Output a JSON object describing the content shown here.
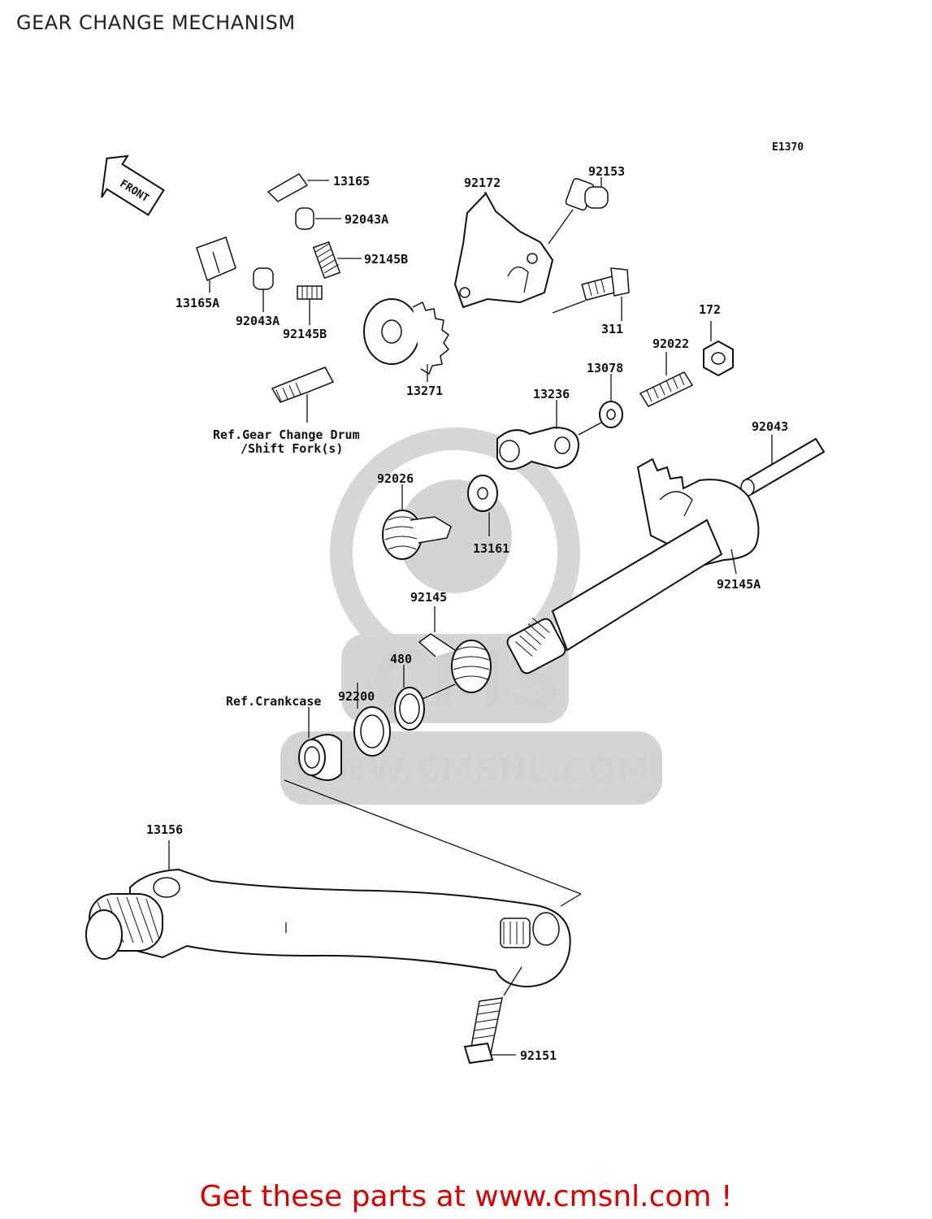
{
  "title": "GEAR CHANGE MECHANISM",
  "diagram_code": "E1370",
  "front_marker": "FRONT",
  "watermark": {
    "logo_text": "CMS",
    "url_text": "WWW.CMSNL.COM"
  },
  "parts": [
    {
      "id": "p13165",
      "label": "13165"
    },
    {
      "id": "p92043A_top",
      "label": "92043A"
    },
    {
      "id": "p92145B_top",
      "label": "92145B"
    },
    {
      "id": "p13165A",
      "label": "13165A"
    },
    {
      "id": "p92043A",
      "label": "92043A"
    },
    {
      "id": "p92145B",
      "label": "92145B"
    },
    {
      "id": "p13271",
      "label": "13271"
    },
    {
      "id": "p92172",
      "label": "92172"
    },
    {
      "id": "p92153",
      "label": "92153"
    },
    {
      "id": "p311",
      "label": "311"
    },
    {
      "id": "p172",
      "label": "172"
    },
    {
      "id": "p92022",
      "label": "92022"
    },
    {
      "id": "p13078",
      "label": "13078"
    },
    {
      "id": "p13236",
      "label": "13236"
    },
    {
      "id": "p92043",
      "label": "92043"
    },
    {
      "id": "p92145A",
      "label": "92145A"
    },
    {
      "id": "p92026",
      "label": "92026"
    },
    {
      "id": "p13161",
      "label": "13161"
    },
    {
      "id": "p92145",
      "label": "92145"
    },
    {
      "id": "p480",
      "label": "480"
    },
    {
      "id": "p92200",
      "label": "92200"
    },
    {
      "id": "p13156",
      "label": "13156"
    },
    {
      "id": "p92151",
      "label": "92151"
    }
  ],
  "references": {
    "drum_line1": "Ref.Gear Change Drum",
    "drum_line2": "/Shift Fork(s)",
    "crankcase": "Ref.Crankcase"
  },
  "promo_text": "Get these parts at www.cmsnl.com !"
}
